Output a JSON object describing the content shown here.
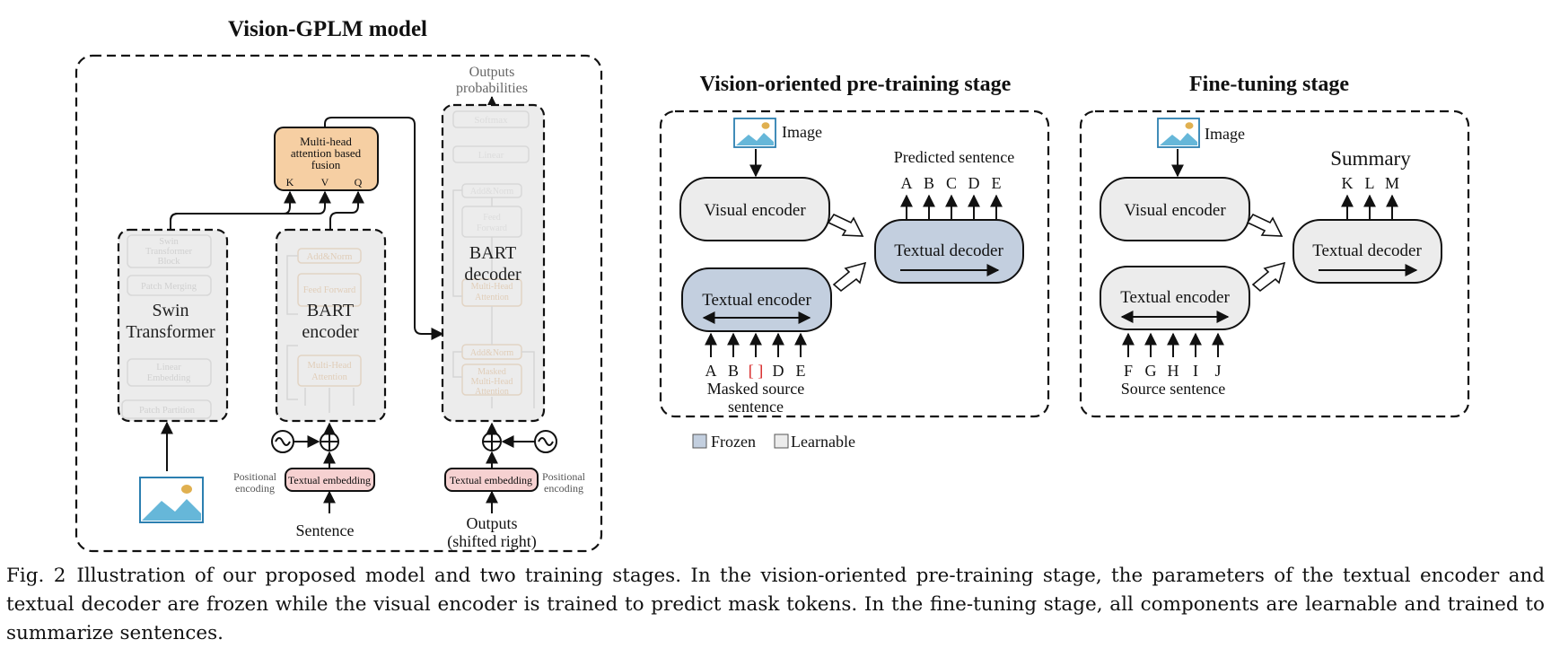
{
  "left": {
    "title": "Vision-GPLM model",
    "outputs_probabilities": [
      "Outputs",
      "probabilities"
    ],
    "softmax": "Softmax",
    "linear": "Linear",
    "addnorm": "Add&Norm",
    "feed_forward": [
      "Feed",
      "Forward"
    ],
    "fusion": [
      "Multi-head",
      "attention based",
      "fusion"
    ],
    "kvq": [
      "K",
      "V",
      "Q"
    ],
    "swin_ghost": [
      "Swin",
      "Transformer",
      "Block",
      "Patch Merging",
      "Linear",
      "Embedding",
      "Patch Partition"
    ],
    "swin": [
      "Swin",
      "Transformer"
    ],
    "bart_encoder": [
      "BART",
      "encoder"
    ],
    "enc_ghost": [
      "Add&Norm",
      "Feed Forward",
      "Multi-Head",
      "Attention"
    ],
    "bart_decoder": [
      "BART",
      "decoder"
    ],
    "dec_ghost": [
      "Multi-Head",
      "Attention",
      "Masked",
      "Multi-Head",
      "Attention"
    ],
    "positional_encoding": [
      "Positional",
      "encoding"
    ],
    "textual_embedding": "Textual embedding",
    "sentence": "Sentence",
    "outputs_shifted": [
      "Outputs",
      "(shifted right)"
    ]
  },
  "pretrain": {
    "title": "Vision-oriented pre-training stage",
    "image": "Image",
    "visual_encoder": "Visual encoder",
    "textual_encoder": "Textual encoder",
    "textual_decoder": "Textual decoder",
    "predicted_sentence": "Predicted sentence",
    "outputs": [
      "A",
      "B",
      "C",
      "D",
      "E"
    ],
    "inputs": [
      "A",
      "B",
      "[ ]",
      "D",
      "E"
    ],
    "masked_source": [
      "Masked source",
      "sentence"
    ]
  },
  "finetune": {
    "title": "Fine-tuning stage",
    "image": "Image",
    "visual_encoder": "Visual encoder",
    "textual_encoder": "Textual encoder",
    "textual_decoder": "Textual decoder",
    "summary": "Summary",
    "outputs": [
      "K",
      "L",
      "M"
    ],
    "inputs": [
      "F",
      "G",
      "H",
      "I",
      "J"
    ],
    "source_sentence": "Source sentence"
  },
  "legend": {
    "frozen": "Frozen",
    "learnable": "Learnable"
  },
  "caption": {
    "label": "Fig. 2",
    "text": "Illustration of our proposed model and two training stages. In the vision-oriented pre-training stage, the parameters of the textual encoder and textual decoder are frozen while the visual encoder is trained to predict mask tokens. In the fine-tuning stage, all components are learnable and trained to summarize sentences."
  },
  "colors": {
    "frozen": "#c3cfdf",
    "learnable": "#ececec",
    "fusion": "#f6cfa3",
    "embedding": "#f6d1d1",
    "mask": "#d62020"
  }
}
